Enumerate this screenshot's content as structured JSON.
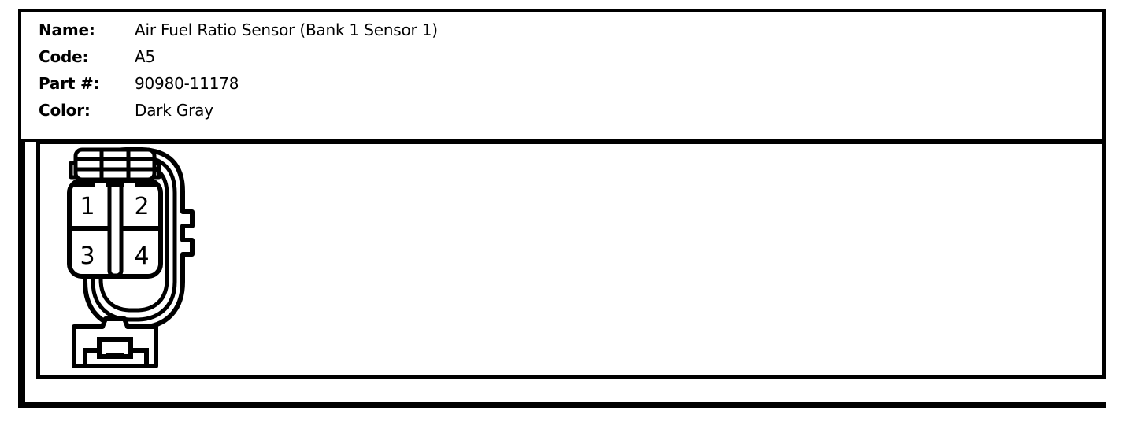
{
  "info": {
    "rows": [
      {
        "label": "Name:",
        "value": "Air Fuel Ratio Sensor (Bank 1 Sensor 1)"
      },
      {
        "label": "Code:",
        "value": "A5"
      },
      {
        "label": "Part #:",
        "value": "90980-11178"
      },
      {
        "label": "Color:",
        "value": "Dark Gray"
      }
    ]
  },
  "diagram": {
    "title": "connector-face-view",
    "pins": [
      {
        "number": "1",
        "position": "top-left"
      },
      {
        "number": "2",
        "position": "top-right"
      },
      {
        "number": "3",
        "position": "bottom-left"
      },
      {
        "number": "4",
        "position": "bottom-right"
      }
    ],
    "pin_count": 4,
    "stroke_color": "#000000",
    "fill_color": "#ffffff"
  }
}
